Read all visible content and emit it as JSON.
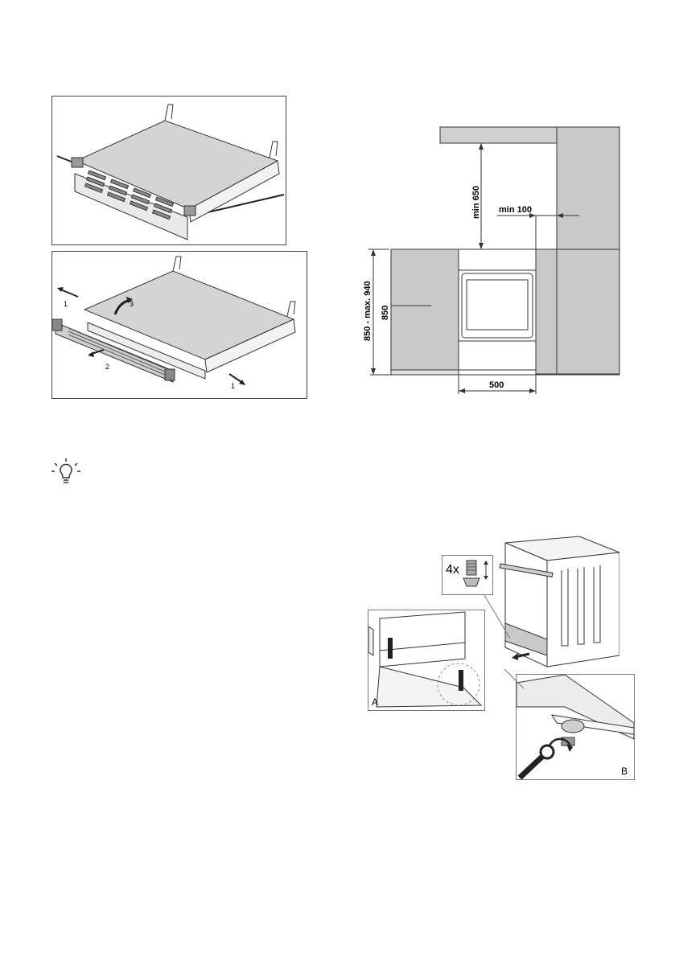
{
  "drawer_figure": {
    "step_labels": [
      "1",
      "3",
      "2",
      "1"
    ]
  },
  "clearance_figure": {
    "dimensions": {
      "top_clearance": "min 650",
      "side_clearance": "min 100",
      "height_range": "850 - max. 940",
      "worktop_height": "850",
      "width": "500"
    }
  },
  "tip": {
    "icon": "lightbulb-icon"
  },
  "feet_figure": {
    "quantity": "4x",
    "detail_a": "A",
    "detail_b": "B"
  }
}
